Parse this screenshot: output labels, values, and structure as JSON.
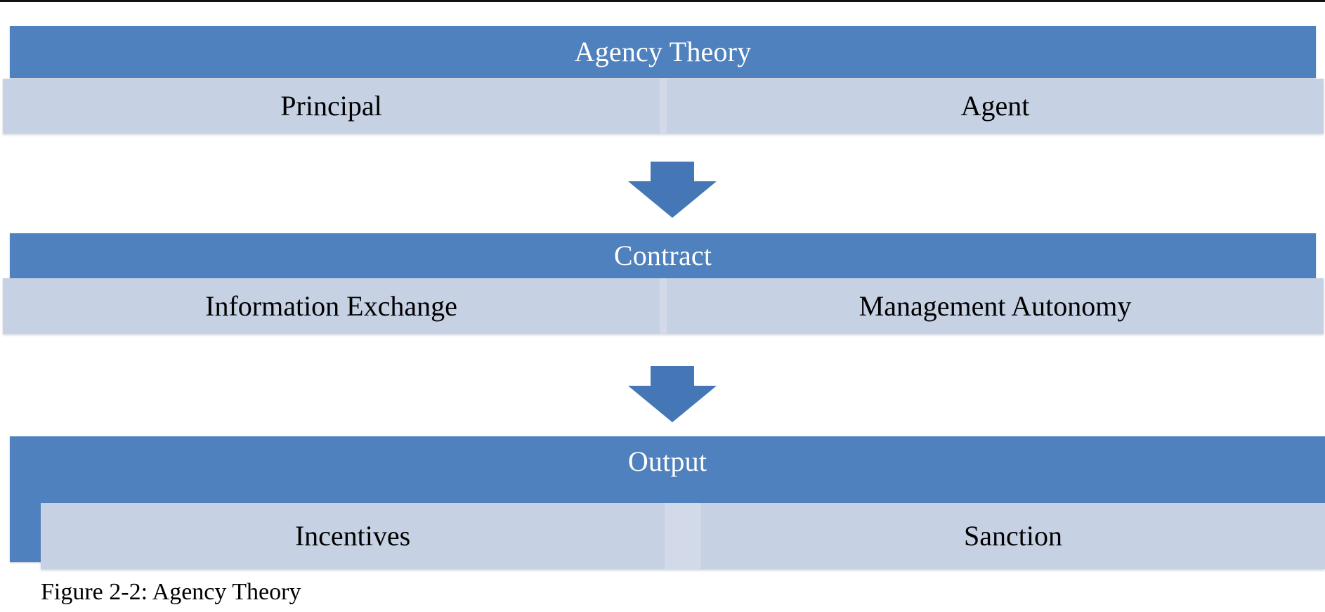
{
  "figure": {
    "caption": "Figure 2-2: Agency Theory",
    "type": "flow-diagram"
  },
  "colors": {
    "header_blue": "#4E81BD",
    "row_light_blue": "#C6D1E4",
    "divider_blue": "#D2DAEA",
    "arrow_blue": "#4576B5",
    "header_text": "#FFFFFF",
    "body_text": "#000000",
    "page_background": "#FFFFFF",
    "top_rule": "#111111"
  },
  "levels": [
    {
      "id": "agency-theory",
      "header": "Agency Theory",
      "cells": [
        "Principal",
        "Agent"
      ]
    },
    {
      "id": "contract",
      "header": "Contract",
      "cells": [
        "Information Exchange",
        "Management Autonomy"
      ]
    },
    {
      "id": "output",
      "header": "Output",
      "cells": [
        "Incentives",
        "Sanction"
      ]
    }
  ],
  "connectors": [
    {
      "id": "arrow-1",
      "icon": "down-arrow-icon",
      "from": "agency-theory",
      "to": "contract"
    },
    {
      "id": "arrow-2",
      "icon": "down-arrow-icon",
      "from": "contract",
      "to": "output"
    }
  ]
}
